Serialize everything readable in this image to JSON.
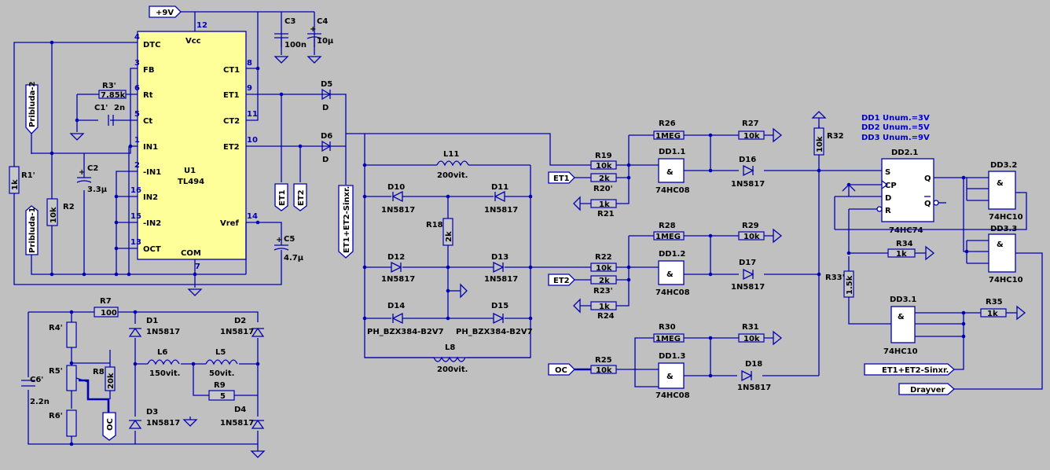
{
  "power": {
    "vcc_label": "+9V"
  },
  "ic_u1": {
    "name": "U1",
    "part": "TL494",
    "vcc": "Vcc",
    "com": "COM",
    "pins_left": [
      {
        "num": "4",
        "name": "DTC"
      },
      {
        "num": "3",
        "name": "FB"
      },
      {
        "num": "6",
        "name": "Rt"
      },
      {
        "num": "5",
        "name": "Ct"
      },
      {
        "num": "1",
        "name": "IN1"
      },
      {
        "num": "2",
        "name": "-IN1"
      },
      {
        "num": "16",
        "name": "IN2"
      },
      {
        "num": "15",
        "name": "-IN2"
      },
      {
        "num": "13",
        "name": "OCT"
      }
    ],
    "pins_right": [
      {
        "num": "8",
        "name": "CT1"
      },
      {
        "num": "9",
        "name": "ET1"
      },
      {
        "num": "11",
        "name": "CT2"
      },
      {
        "num": "10",
        "name": "ET2"
      },
      {
        "num": "14",
        "name": "Vref"
      }
    ],
    "pin_top": "12",
    "pin_bottom": "7"
  },
  "components": {
    "c3": {
      "ref": "C3",
      "val": "100n"
    },
    "c4": {
      "ref": "C4",
      "val": "10µ"
    },
    "r3": {
      "ref": "R3'",
      "val": "7.85k"
    },
    "c1": {
      "ref": "C1'",
      "val": "2n"
    },
    "c2": {
      "ref": "C2",
      "val": "3.3µ"
    },
    "r1": {
      "ref": "R1'",
      "val": "1k"
    },
    "r2": {
      "ref": "R2",
      "val": "10k"
    },
    "c5": {
      "ref": "C5",
      "val": "4.7µ"
    },
    "d5": {
      "ref": "D5",
      "val": "D"
    },
    "d6": {
      "ref": "D6",
      "val": "D"
    },
    "r7": {
      "ref": "R7",
      "val": "100"
    },
    "r4": {
      "ref": "R4'"
    },
    "r5": {
      "ref": "R5'"
    },
    "r6": {
      "ref": "R6'"
    },
    "r8": {
      "ref": "R8",
      "val": "20k"
    },
    "c6": {
      "ref": "C6'",
      "val": "2.2n"
    },
    "d1": {
      "ref": "D1",
      "val": "1N5817"
    },
    "d2": {
      "ref": "D2",
      "val": "1N5817"
    },
    "d3": {
      "ref": "D3",
      "val": "1N5817"
    },
    "d4": {
      "ref": "D4",
      "val": "1N5817"
    },
    "l6": {
      "ref": "L6",
      "val": "150vit."
    },
    "l5": {
      "ref": "L5",
      "val": "50vit."
    },
    "r9": {
      "ref": "R9",
      "val": "5"
    },
    "l11": {
      "ref": "L11",
      "val": "200vit."
    },
    "l8": {
      "ref": "L8",
      "val": "200vit."
    },
    "d10": {
      "ref": "D10",
      "val": "1N5817"
    },
    "d11": {
      "ref": "D11",
      "val": "1N5817"
    },
    "d12": {
      "ref": "D12",
      "val": "1N5817"
    },
    "d13": {
      "ref": "D13",
      "val": "1N5817"
    },
    "d14": {
      "ref": "D14",
      "val": "PH_BZX384-B2V7"
    },
    "d15": {
      "ref": "D15",
      "val": "PH_BZX384-B2V7"
    },
    "r18": {
      "ref": "R18",
      "val": "2k"
    },
    "r19": {
      "ref": "R19",
      "val": "10k"
    },
    "r20": {
      "ref": "R20'",
      "val": "2k"
    },
    "r21": {
      "ref": "R21",
      "val": "1k"
    },
    "r26": {
      "ref": "R26",
      "val": "1MEG"
    },
    "r27": {
      "ref": "R27",
      "val": "10k"
    },
    "d16": {
      "ref": "D16",
      "val": "1N5817"
    },
    "r22": {
      "ref": "R22",
      "val": "10k"
    },
    "r23": {
      "ref": "R23'",
      "val": "2k"
    },
    "r24": {
      "ref": "R24",
      "val": "1k"
    },
    "r28": {
      "ref": "R28",
      "val": "1MEG"
    },
    "r29": {
      "ref": "R29",
      "val": "10k"
    },
    "d17": {
      "ref": "D17",
      "val": "1N5817"
    },
    "r25": {
      "ref": "R25",
      "val": "10k"
    },
    "r30": {
      "ref": "R30",
      "val": "1MEG"
    },
    "r31": {
      "ref": "R31",
      "val": "10k"
    },
    "d18": {
      "ref": "D18",
      "val": "1N5817"
    },
    "r32": {
      "ref": "R32",
      "val": "10k"
    },
    "r33": {
      "ref": "R33'",
      "val": "1.5k"
    },
    "r34": {
      "ref": "R34",
      "val": "1k"
    },
    "r35": {
      "ref": "R35",
      "val": "1k"
    }
  },
  "gates": {
    "dd11": {
      "ref": "DD1.1",
      "part": "74HC08",
      "sym": "&"
    },
    "dd12": {
      "ref": "DD1.2",
      "part": "74HC08",
      "sym": "&"
    },
    "dd13": {
      "ref": "DD1.3",
      "part": "74HC08",
      "sym": "&"
    },
    "dd21": {
      "ref": "DD2.1",
      "part": "74HC74",
      "pins": [
        "S",
        "CP",
        "D",
        "R",
        "Q",
        "Q"
      ]
    },
    "dd31": {
      "ref": "DD3.1",
      "part": "74HC10",
      "sym": "&"
    },
    "dd32": {
      "ref": "DD3.2",
      "part": "74HC10",
      "sym": "&"
    },
    "dd33": {
      "ref": "DD3.3",
      "part": "74HC10",
      "sym": "&"
    }
  },
  "netlabels": {
    "pribluda2": "Pribluda-2",
    "pribluda1": "Pribluda-1",
    "et1": "ET1",
    "et2": "ET2",
    "et1et2": "ET1+ET2-Sinxr.",
    "oc": "OC",
    "drayver": "Drayver"
  },
  "supply_notes": [
    "DD1 Unum.=3V",
    "DD2 Unum.=5V",
    "DD3 Unum.=9V"
  ],
  "colors": {
    "background": "#c0c0c0",
    "wire": "#0000b4",
    "ic_fill": "#ffff99"
  }
}
